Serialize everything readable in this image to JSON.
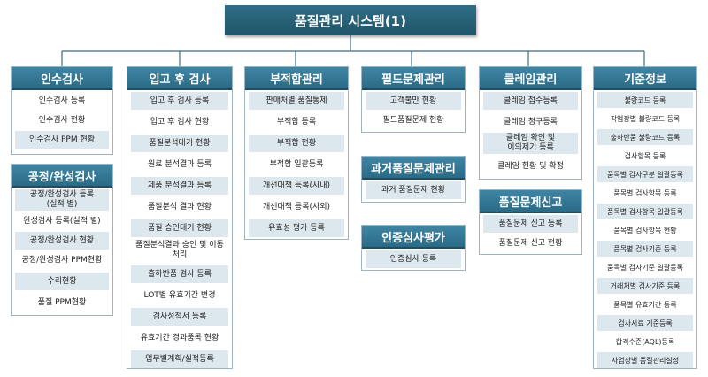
{
  "title": "품질관리 시스템(1)",
  "columns": [
    {
      "id": "insu",
      "title": "인수검사",
      "items": [
        "인수검사 등록",
        "인수검사 현황",
        "인수검사 PPM 현황"
      ]
    },
    {
      "id": "gongjeong",
      "title": "공정/완성검사",
      "items": [
        "공정/완성검사 등록\n(실적 별)",
        "완성검사 등록(실적 별)",
        "공정/완성검사 현황",
        "공정/완성검사 PPM현황",
        "수리현황",
        "품질 PPM현황"
      ]
    },
    {
      "id": "ipgo",
      "title": "입고 후 검사",
      "items": [
        "입고 후 검사 등록",
        "입고 후 검사 현황",
        "품질분석대기 현황",
        "원료 분석결과 등록",
        "제품 분석결과 등록",
        "품질분석 결과 현황",
        "품질 승인대기 현황",
        "품질분석결과 승인 및 이동\n처리",
        "출하반품 검사 등록",
        "LOT별 유효기간 변경",
        "검사성적서 등록",
        "유효기간 경과품목 현황",
        "업무별계획/실적등록"
      ]
    },
    {
      "id": "bujeokhap",
      "title": "부적합관리",
      "items": [
        "판매처별 품질통제",
        "부적합 등록",
        "부적합 현황",
        "부적합 일괄등록",
        "개선대책 등록(사내)",
        "개선대책 등록(사외)",
        "유효성 평가 등록"
      ]
    },
    {
      "id": "field",
      "title": "필드문제관리",
      "items": [
        "고객불만 현황",
        "필드품질문제 현황"
      ]
    },
    {
      "id": "past",
      "title": "과거품질문제관리",
      "items": [
        "과거 품질문제 현황"
      ]
    },
    {
      "id": "cert",
      "title": "인증심사평가",
      "items": [
        "인증심사 등록"
      ]
    },
    {
      "id": "claim",
      "title": "클레임관리",
      "items": [
        "클레임 접수등록",
        "클레임 청구등록",
        "클레임 확인 및\n이의제기 등록",
        "클레임 현황 및 확정"
      ]
    },
    {
      "id": "report",
      "title": "품질문제신고",
      "items": [
        "품질문제 신고 등록",
        "품질문제 신고 현황"
      ]
    },
    {
      "id": "standard",
      "title": "기준정보",
      "items": [
        "불량코드 등록",
        "작업장별 불량코드 등록",
        "출하반품 불량코드 등록",
        "검사항목 등록",
        "품목별 검사구분 일괄등록",
        "품목별 검사항목 등록",
        "품목별 검사항목 일괄등록",
        "품목별 검사항목 현황",
        "품목별 검사기준 등록",
        "품목별 검사기준 일괄등록",
        "거래처별 검사기준 등록",
        "품목별 유효기간 등록",
        "검사시료 기준등록",
        "합격수준(AQL)등록",
        "사업장별 품질관리설정"
      ]
    }
  ]
}
